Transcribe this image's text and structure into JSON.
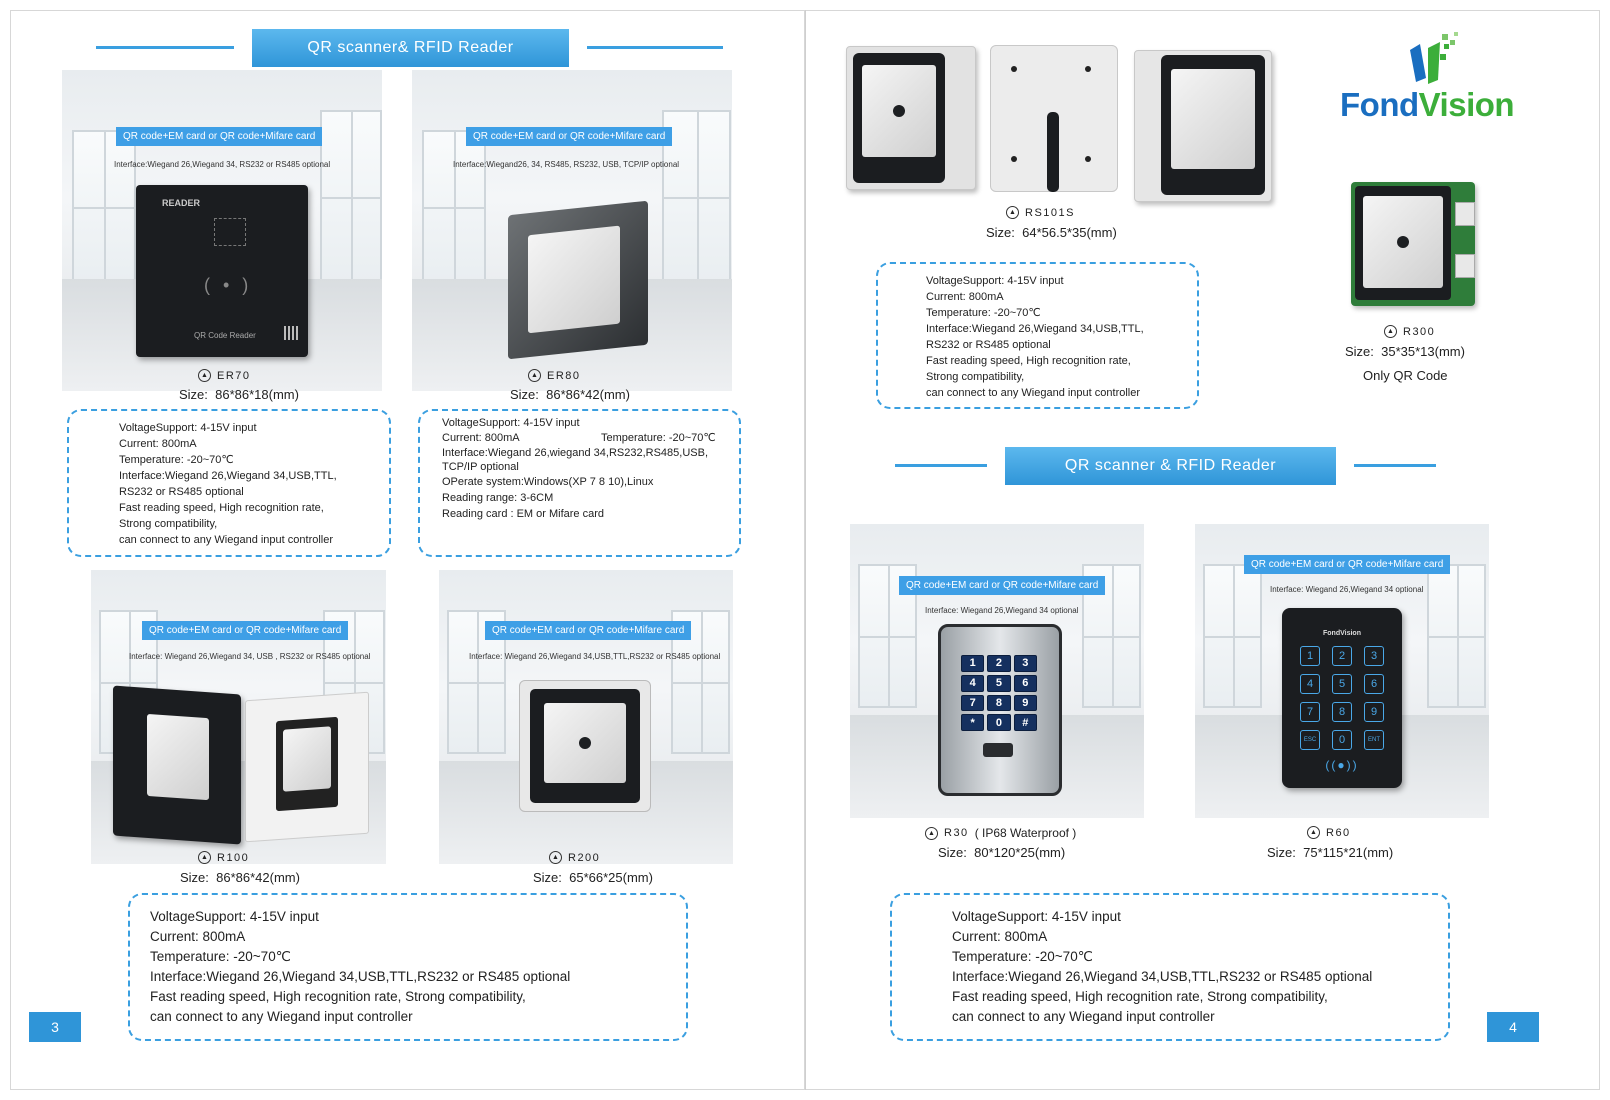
{
  "left_page": {
    "banner": "QR scanner& RFID Reader",
    "page_number": "3",
    "products": [
      {
        "code": "ER70",
        "size_label": "Size:",
        "size": "86*86*18(mm)",
        "tag": "QR code+EM card or QR code+Mifare card",
        "tag_sub": "Interface:Wiegand 26,Wiegand 34, RS232 or RS485 optional",
        "device_text": "READER",
        "device_subtext": "QR Code Reader",
        "specs": [
          "VoltageSupport: 4-15V input",
          "Current: 800mA",
          "Temperature: -20~70℃",
          "Interface:Wiegand 26,Wiegand 34,USB,TTL,",
          "RS232 or RS485 optional",
          "Fast reading speed, High recognition rate,",
          "Strong compatibility,",
          "can connect to any Wiegand input controller"
        ]
      },
      {
        "code": "ER80",
        "size_label": "Size:",
        "size": "86*86*42(mm)",
        "tag": "QR code+EM card or QR code+Mifare card",
        "tag_sub": "Interface:Wiegand26, 34, RS485, RS232, USB, TCP/IP optional",
        "specs_top": "VoltageSupport: 4-15V input",
        "specs_current": "Current: 800mA",
        "specs_temp": "Temperature: -20~70℃",
        "specs": [
          "Interface:Wiegand 26,wiegand 34,RS232,RS485,USB,",
          "TCP/IP optional",
          "OPerate system:Windows(XP 7 8 10),Linux",
          "Reading range: 3-6CM",
          "Reading card : EM or Mifare card"
        ]
      },
      {
        "code": "R100",
        "size_label": "Size:",
        "size": "86*86*42(mm)",
        "tag": "QR code+EM card or QR code+Mifare card",
        "tag_sub": "Interface: Wiegand 26,Wiegand 34, USB , RS232 or RS485 optional"
      },
      {
        "code": "R200",
        "size_label": "Size:",
        "size": "65*66*25(mm)",
        "tag": "QR code+EM card or QR code+Mifare card",
        "tag_sub": "Interface: Wiegand 26,Wiegand 34,USB,TTL,RS232 or RS485 optional"
      }
    ],
    "shared_specs": [
      "VoltageSupport: 4-15V input",
      "Current: 800mA",
      "Temperature: -20~70℃",
      "Interface:Wiegand 26,Wiegand 34,USB,TTL,RS232 or RS485 optional",
      "Fast reading speed, High recognition rate, Strong compatibility,",
      "can connect to any Wiegand input controller"
    ]
  },
  "right_page": {
    "brand": {
      "part1": "Fond",
      "part2": "Vision",
      "color1": "#1a6ec0",
      "color2": "#3cae3a"
    },
    "banner": "QR scanner & RFID Reader",
    "page_number": "4",
    "rs101s": {
      "code": "RS101S",
      "size_label": "Size:",
      "size": "64*56.5*35(mm)",
      "specs": [
        "VoltageSupport: 4-15V input",
        "Current: 800mA",
        "Temperature: -20~70℃",
        "Interface:Wiegand 26,Wiegand 34,USB,TTL,",
        "RS232 or RS485 optional",
        "Fast reading speed, High recognition rate,",
        "Strong compatibility,",
        "can connect to any Wiegand input controller"
      ]
    },
    "r300": {
      "code": "R300",
      "size_label": "Size:",
      "size": "35*35*13(mm)",
      "note": "Only QR Code"
    },
    "r30": {
      "code": "R30",
      "code_note": "( IP68 Waterproof )",
      "size_label": "Size:",
      "size": "80*120*25(mm)",
      "tag": "QR code+EM card or QR code+Mifare card",
      "tag_sub": "Interface: Wiegand 26,Wiegand 34 optional",
      "keys": [
        "1",
        "2",
        "3",
        "4",
        "5",
        "6",
        "7",
        "8",
        "9",
        "*",
        "0",
        "#"
      ]
    },
    "r60": {
      "code": "R60",
      "size_label": "Size:",
      "size": "75*115*21(mm)",
      "tag": "QR code+EM card or QR code+Mifare card",
      "tag_sub": "Interface: Wiegand 26,Wiegand 34 optional",
      "device_brand": "FondVision",
      "keys": [
        "1",
        "2",
        "3",
        "4",
        "5",
        "6",
        "7",
        "8",
        "9",
        "ESC",
        "0",
        "ENT"
      ]
    },
    "shared_specs": [
      "VoltageSupport: 4-15V input",
      "Current: 800mA",
      "Temperature: -20~70℃",
      "Interface:Wiegand 26,Wiegand 34,USB,TTL,RS232 or RS485 optional",
      "Fast reading speed, High recognition rate, Strong compatibility,",
      "can connect to any Wiegand input controller"
    ]
  },
  "colors": {
    "accent": "#2f95d8",
    "dashed": "#3a9fe0",
    "tag": "#3e9fe6"
  }
}
